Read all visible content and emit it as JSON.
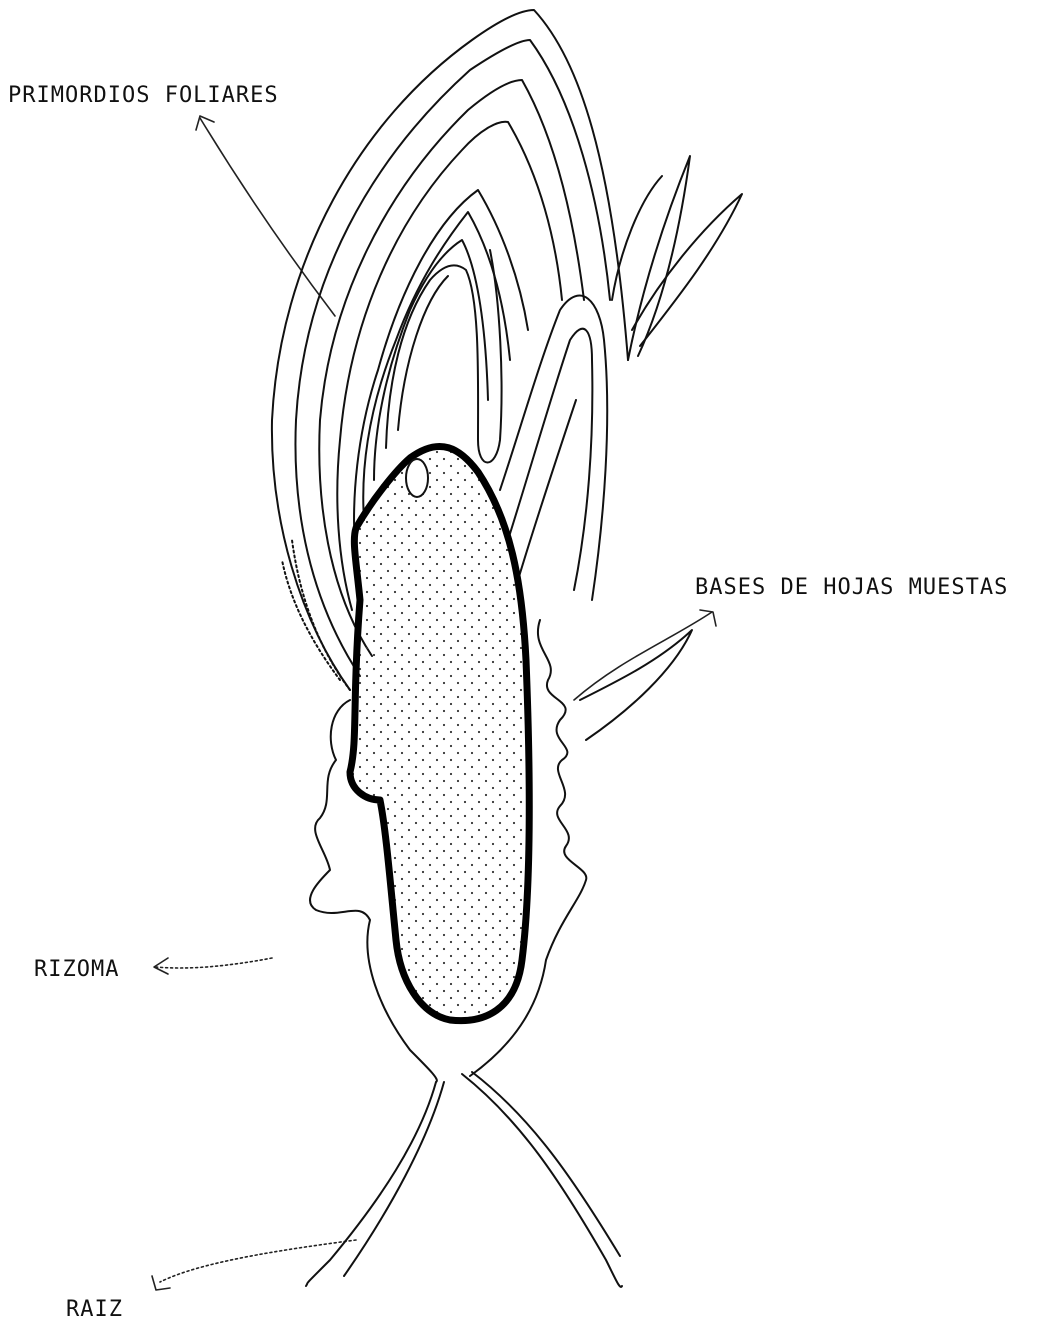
{
  "labels": {
    "primordia": "PRIMORDIOS FOLIARES",
    "dead_leaf_bases": "BASES DE HOJAS MUESTAS",
    "rhizome": "RIZOMA",
    "root": "RAIZ"
  },
  "colors": {
    "ink": "#111111",
    "background": "#ffffff",
    "stipple": "#333333"
  }
}
